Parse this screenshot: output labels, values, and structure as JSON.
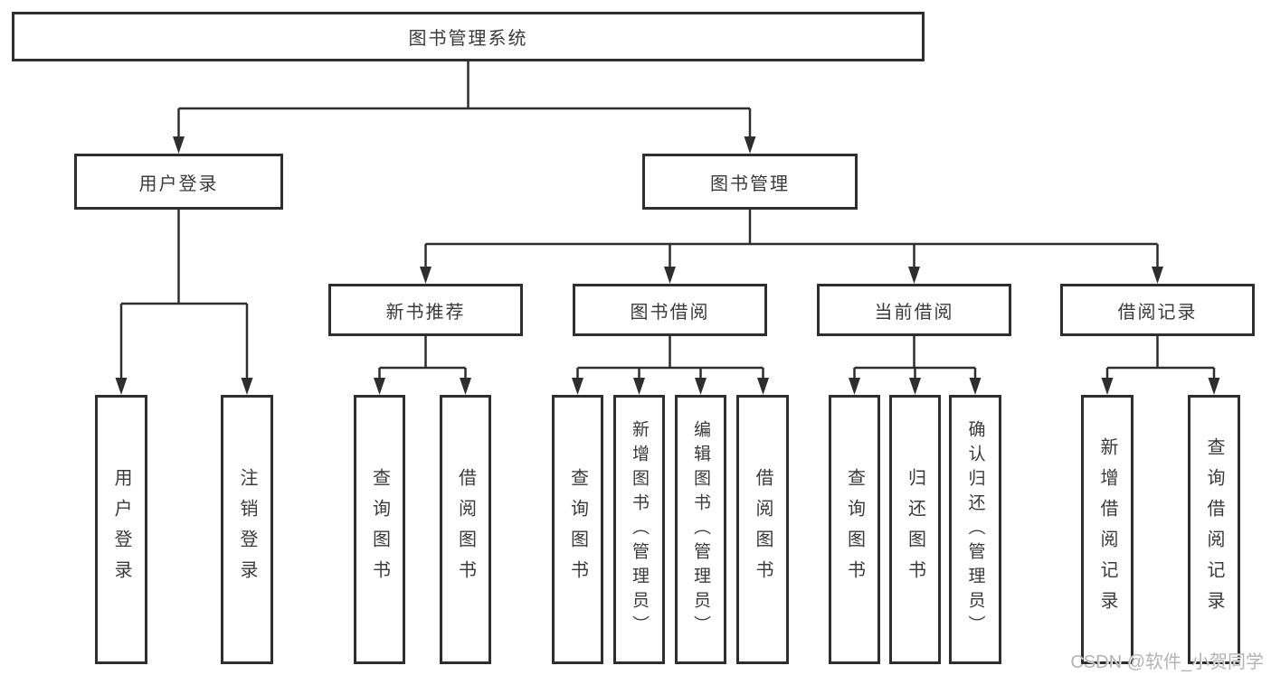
{
  "diagram": {
    "type": "hierarchy-tree",
    "colors": {
      "line": "#2e2e2e",
      "border": "#2e2e2e",
      "text": "#3a3a3a",
      "background": "#ffffff",
      "watermark": "#b3b3b3"
    },
    "tree": {
      "root": {
        "label": "图书管理系统",
        "children": [
          {
            "label": "用户登录",
            "children": [
              {
                "label": "用户登录"
              },
              {
                "label": "注销登录"
              }
            ]
          },
          {
            "label": "图书管理",
            "children": [
              {
                "label": "新书推荐",
                "children": [
                  {
                    "label": "查询图书"
                  },
                  {
                    "label": "借阅图书"
                  }
                ]
              },
              {
                "label": "图书借阅",
                "children": [
                  {
                    "label": "查询图书"
                  },
                  {
                    "label": "新增图书（管理员）"
                  },
                  {
                    "label": "编辑图书（管理员）"
                  },
                  {
                    "label": "借阅图书"
                  }
                ]
              },
              {
                "label": "当前借阅",
                "children": [
                  {
                    "label": "查询图书"
                  },
                  {
                    "label": "归还图书"
                  },
                  {
                    "label": "确认归还（管理员）"
                  }
                ]
              },
              {
                "label": "借阅记录",
                "children": [
                  {
                    "label": "新增借阅记录"
                  },
                  {
                    "label": "查询借阅记录"
                  }
                ]
              }
            ]
          }
        ]
      }
    },
    "watermark": "CSDN @软件_小贺同学"
  }
}
